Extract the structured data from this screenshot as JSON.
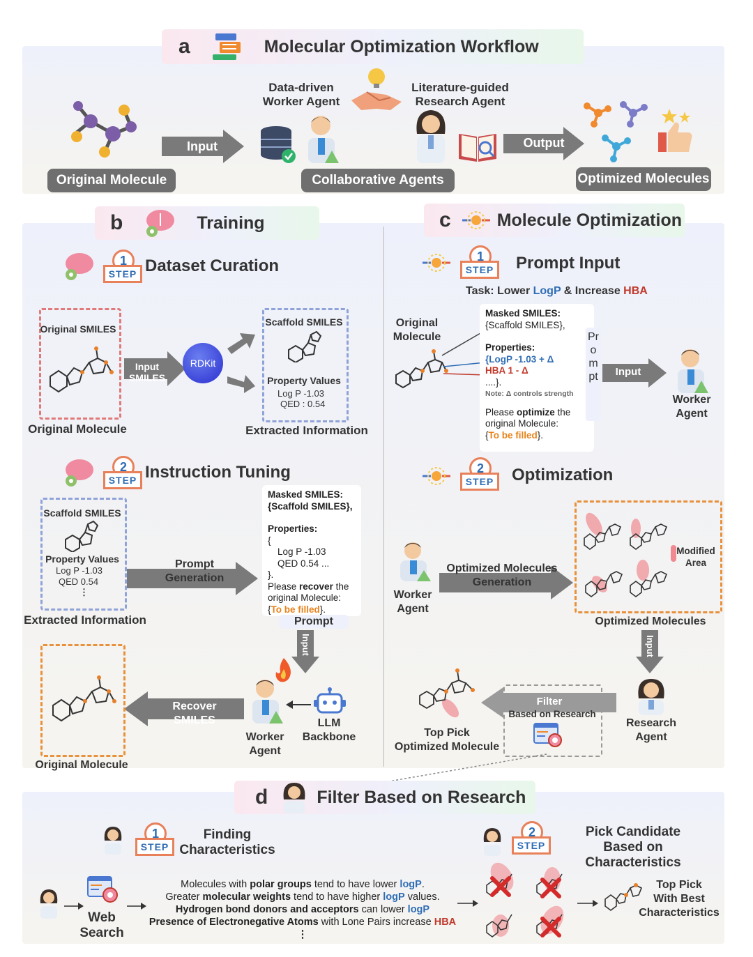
{
  "colors": {
    "accent_blue": "#2f6db4",
    "accent_red": "#c0392b",
    "accent_orange": "#e8821a",
    "pill_gray": "#6f6f6f",
    "arrow_gray": "#7a7a7a"
  },
  "a": {
    "letter": "a",
    "title": "Molecular Optimization Workflow",
    "input_arrow": "Input",
    "output_arrow": "Output",
    "worker_label": "Data-driven\nWorker Agent",
    "research_label": "Literature-guided\nResearch Agent",
    "pill_original": "Original Molecule",
    "pill_collab": "Collaborative Agents",
    "pill_optimized": "Optimized Molecules"
  },
  "b": {
    "letter": "b",
    "title": "Training",
    "step1": {
      "num": "1",
      "step": "STEP",
      "title": "Dataset Curation"
    },
    "orig_smiles": "Original SMILES",
    "orig_molecule": "Original Molecule",
    "input_smiles": "Input\nSMILES",
    "rdkit": "RDKit",
    "scaffold_smiles": "Scaffold SMILES",
    "property_values": "Property Values",
    "logp": "Log P  -1.03",
    "qed": "QED   : 0.54",
    "extracted": "Extracted Information",
    "step2": {
      "num": "2",
      "step": "STEP",
      "title": "Instruction Tuning"
    },
    "scaffold_smiles2": "Scaffold SMILES",
    "property_values2": "Property Values",
    "logp2": "Log P  -1.03",
    "qed2": "QED   0.54",
    "dots": "⋮",
    "extracted2": "Extracted Information",
    "prompt_gen": "Prompt\nGeneration",
    "prompt_box": {
      "l1": "Masked SMILES:",
      "l2": "{Scaffold SMILES},",
      "l3": "Properties:",
      "l4": "{",
      "l5": "Log P -1.03",
      "l6": "QED     0.54 ...",
      "l7": "}.",
      "l8a": "Please ",
      "l8b": "recover",
      "l8c": " the",
      "l9": "original Molecule:",
      "l10a": "{",
      "l10b": "To be filled",
      "l10c": "}."
    },
    "prompt_label": "Prompt",
    "input_vertical": "Input",
    "recover": "Recover\nSMILES",
    "worker": "Worker\nAgent",
    "llm": "LLM\nBackbone",
    "orig_molecule2": "Original Molecule"
  },
  "c": {
    "letter": "c",
    "title": "Molecule Optimization",
    "step1": {
      "num": "1",
      "step": "STEP",
      "title": "Prompt Input"
    },
    "task_a": "Task: Lower ",
    "task_b": "LogP",
    "task_c": " & Increase ",
    "task_d": "HBA",
    "orig": "Original\nMolecule",
    "prompt_box": {
      "l1": "Masked SMILES:",
      "l2": "{Scaffold SMILES},",
      "l3": "Properties:",
      "l4": "{LogP -1.03 + Δ",
      "l5": "HBA   1 - Δ",
      "l6": "....}.",
      "note": "Note: Δ controls strength",
      "l7a": "Please ",
      "l7b": "optimize",
      "l7c": " the",
      "l8": "original Molecule:",
      "l9a": "{",
      "l9b": "To be filled",
      "l9c": "}."
    },
    "prompt_vertical": "Prompt",
    "input_arrow": "Input",
    "worker": "Worker\nAgent",
    "step2": {
      "num": "2",
      "step": "STEP",
      "title": "Optimization"
    },
    "worker2": "Worker\nAgent",
    "opt_gen": "Optimized Molecules\nGeneration",
    "modified": "Modified\nArea",
    "optimized": "Optimized Molecules",
    "input_vertical": "Input",
    "filter": "Filter",
    "based": "Based on Research",
    "research": "Research\nAgent",
    "top_pick": "Top Pick\nOptimized Molecule"
  },
  "d": {
    "letter": "d",
    "title": "Filter Based on Research",
    "step1": {
      "num": "1",
      "step": "STEP",
      "title": "Finding\nCharacteristics"
    },
    "step2": {
      "num": "2",
      "step": "STEP",
      "title": "Pick Candidate\nBased on Characteristics"
    },
    "web": "Web\nSearch",
    "f1": [
      "Molecules with ",
      "polar groups",
      " tend to have lower ",
      "logP",
      "."
    ],
    "f2": [
      "Greater ",
      "molecular weights",
      " tend to have higher ",
      "logP",
      " values."
    ],
    "f3": [
      "Hydrogen bond donors and acceptors",
      " can lower ",
      "logP"
    ],
    "f4": [
      "Presence of Electronegative Atoms",
      " with Lone Pairs increase ",
      "HBA"
    ],
    "dots": "⋮",
    "top": "Top Pick\nWith Best\nCharacteristics"
  }
}
